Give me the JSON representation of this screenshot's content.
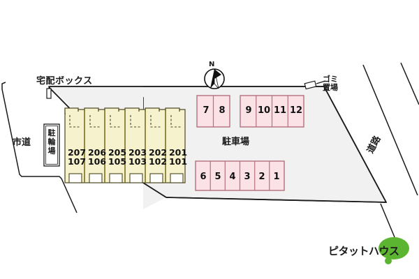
{
  "map": {
    "title": "apartment-site-plan",
    "labels": {
      "delivery_box": "宅配ボックス",
      "garbage_area_line1": "ゴミ",
      "garbage_area_line2": "置場",
      "city_road": "市道",
      "parking_lot": "駐車場",
      "road": "道路",
      "bicycle_parking": [
        "駐",
        "輪",
        "場"
      ],
      "compass_north": "N"
    },
    "building": {
      "units": [
        {
          "upper": "207",
          "lower": "107"
        },
        {
          "upper": "206",
          "lower": "106"
        },
        {
          "upper": "205",
          "lower": "105"
        },
        {
          "upper": "203",
          "lower": "103"
        },
        {
          "upper": "202",
          "lower": "102"
        },
        {
          "upper": "201",
          "lower": "101"
        }
      ]
    },
    "parking": {
      "top_group_left": [
        "7",
        "8"
      ],
      "top_group_right": [
        "9",
        "10",
        "11",
        "12"
      ],
      "bottom_group": [
        "6",
        "5",
        "4",
        "3",
        "2",
        "1"
      ]
    },
    "colors": {
      "building_fill": "#f7f2ce",
      "building_stroke": "#7a7020",
      "parking_fill": "#fbe2e7",
      "parking_stroke": "#c98f9b",
      "site_fill": "#f1f1f1",
      "site_stroke": "#1a1a1a",
      "logo_green": "#5bb531"
    },
    "logo": {
      "brand": "ピタットハウス"
    }
  }
}
